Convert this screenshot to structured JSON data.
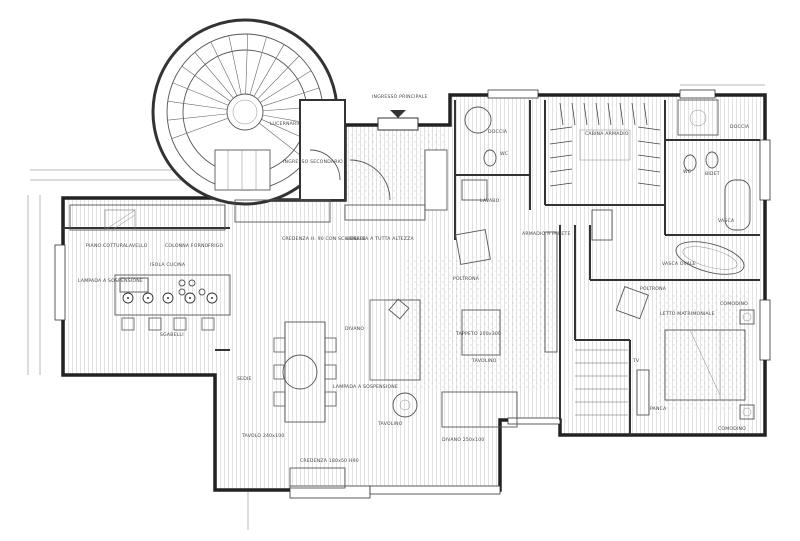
{
  "title": "Floor plan sketch – apartment interior layout",
  "labels": {
    "skylight": "LUCERNARIO",
    "main_entrance": "INGRESSO PRINCIPALE",
    "secondary_entrance": "INGRESSO SECONDARIO",
    "pendant_lamp": "LAMPADA A SOSPENSIONE",
    "hob": "PIANO COTTURA",
    "sink": "LAVELLO",
    "column_oven": "COLONNA FORNO",
    "fridge": "FRIGO",
    "island": "ISOLA CUCINA",
    "stools": "SGABELLI",
    "credenza_top": "CREDENZA H. 90 CON SCHIENALE",
    "bookcase": "LIBRERIA A TUTTA ALTEZZA",
    "dining_table": "TAVOLO 240x100",
    "chairs": "SEDIE",
    "armchair": "POLTRONA",
    "sofa_left": "DIVANO",
    "rug": "TAPPETO 200x300",
    "coffee_table": "TAVOLINO",
    "sofa_right": "DIVANO 250x100",
    "side_table": "TAVOLINO",
    "credenza_bottom": "CREDENZA 180x50 H90",
    "wardrobe": "ARMADIO A PARETE",
    "walk_in": "CABINA ARMADIO",
    "shower": "DOCCIA",
    "washbasin": "LAVABO",
    "wc": "WC",
    "bidet": "BIDET",
    "bathtub": "VASCA",
    "bed": "LETTO MATRIMONIALE",
    "bedside": "COMODINO",
    "bench": "PANCA",
    "tv": "TV",
    "oval_tub": "VASCA OVALE"
  },
  "colors": {
    "wall": "#222222",
    "line": "#555555",
    "hatch": "#b8b8b8"
  }
}
